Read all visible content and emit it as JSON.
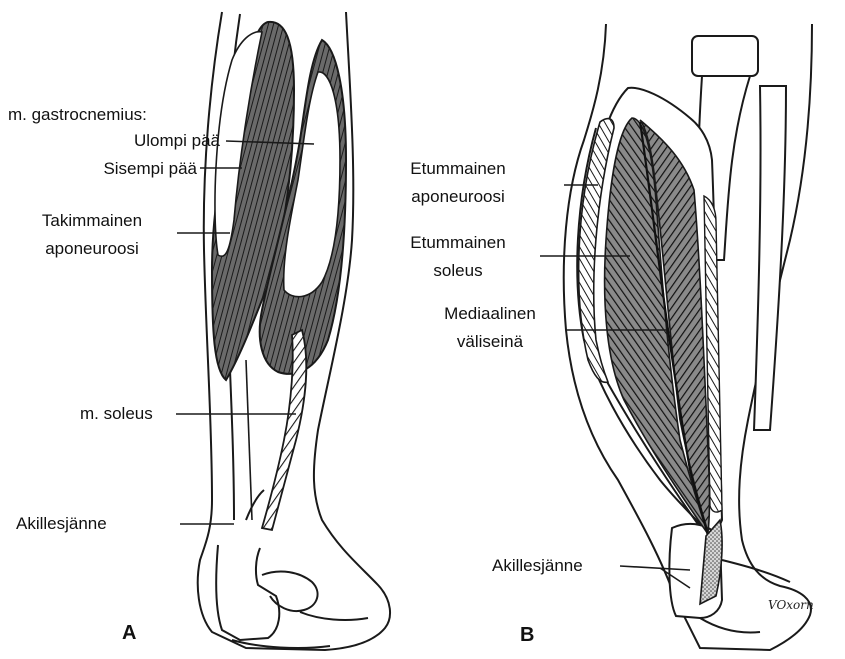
{
  "panel_a": {
    "letter": "A",
    "labels": {
      "gastrocnemius": "m. gastrocnemius:",
      "ulompi_paa": "Ulompi pää",
      "sisempi_paa": "Sisempi pää",
      "takimmainen_1": "Takimmainen",
      "takimmainen_2": "aponeuroosi",
      "soleus": "m. soleus",
      "akillesjanne": "Akillesjänne"
    }
  },
  "panel_b": {
    "letter": "B",
    "signature": "VOxorn",
    "labels": {
      "etummainen_apo_1": "Etummainen",
      "etummainen_apo_2": "aponeuroosi",
      "etummainen_sol_1": "Etummainen",
      "etummainen_sol_2": "soleus",
      "mediaalinen_1": "Mediaalinen",
      "mediaalinen_2": "väliseinä",
      "akillesjanne": "Akillesjänne"
    }
  },
  "colors": {
    "line": "#1a1a1a",
    "muscle_fill": "#585858",
    "tendon_fill": "#bdbdbd",
    "background": "#ffffff"
  }
}
